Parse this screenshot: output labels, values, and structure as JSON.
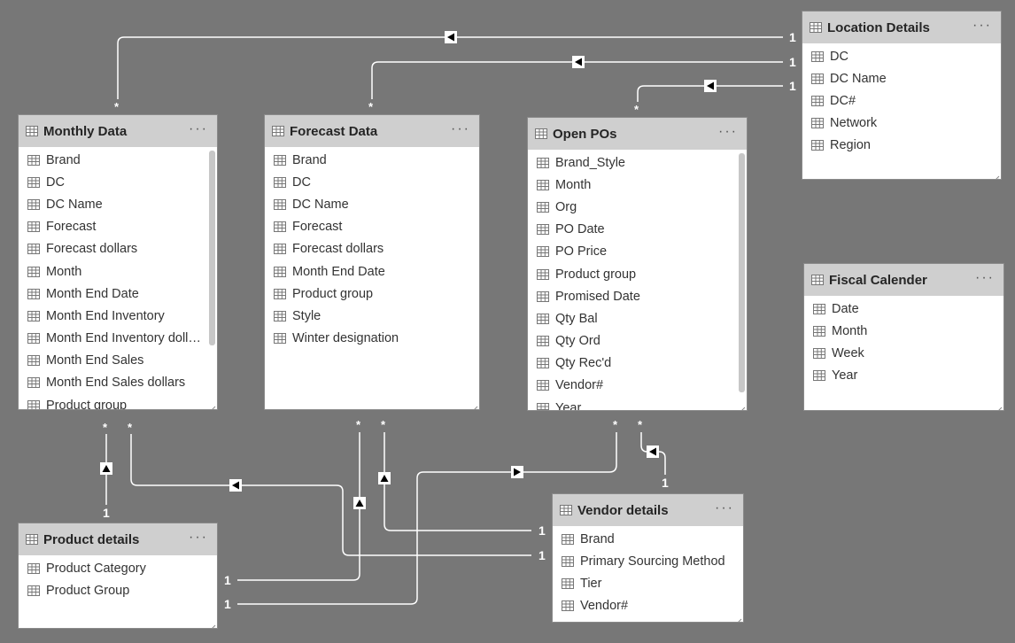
{
  "tables": [
    {
      "id": "monthly",
      "title": "Monthly Data",
      "fields": [
        "Brand",
        "DC",
        "DC Name",
        "Forecast",
        "Forecast dollars",
        "Month",
        "Month End Date",
        "Month End Inventory",
        "Month End Inventory doll…",
        "Month End Sales",
        "Month End Sales dollars",
        "Product group"
      ],
      "scrollbar": true
    },
    {
      "id": "forecast",
      "title": "Forecast Data",
      "fields": [
        "Brand",
        "DC",
        "DC Name",
        "Forecast",
        "Forecast dollars",
        "Month End Date",
        "Product group",
        "Style",
        "Winter designation"
      ],
      "scrollbar": false
    },
    {
      "id": "openpos",
      "title": "Open POs",
      "fields": [
        "Brand_Style",
        "Month",
        "Org",
        "PO Date",
        "PO Price",
        "Product group",
        "Promised Date",
        "Qty Bal",
        "Qty Ord",
        "Qty Rec'd",
        "Vendor#",
        "Year"
      ],
      "scrollbar": true
    },
    {
      "id": "location",
      "title": "Location Details",
      "fields": [
        "DC",
        "DC Name",
        "DC#",
        "Network",
        "Region"
      ],
      "scrollbar": false
    },
    {
      "id": "fiscal",
      "title": "Fiscal Calender",
      "fields": [
        "Date",
        "Month",
        "Week",
        "Year"
      ],
      "scrollbar": false
    },
    {
      "id": "product",
      "title": "Product details",
      "fields": [
        "Product Category",
        "Product Group"
      ],
      "scrollbar": false
    },
    {
      "id": "vendor",
      "title": "Vendor details",
      "fields": [
        "Brand",
        "Primary Sourcing Method",
        "Tier",
        "Vendor#"
      ],
      "scrollbar": false
    }
  ],
  "relationships": [
    {
      "from": "location",
      "to": "monthly",
      "one": "1",
      "many": "*"
    },
    {
      "from": "location",
      "to": "forecast",
      "one": "1",
      "many": "*"
    },
    {
      "from": "location",
      "to": "openpos",
      "one": "1",
      "many": "*"
    },
    {
      "from": "product",
      "to": "monthly",
      "one": "1",
      "many": "*"
    },
    {
      "from": "vendor",
      "to": "monthly",
      "one": "1",
      "many": "*"
    },
    {
      "from": "product",
      "to": "forecast",
      "one": "1",
      "many": "*"
    },
    {
      "from": "vendor",
      "to": "forecast",
      "one": "1",
      "many": "*"
    },
    {
      "from": "product",
      "to": "openpos",
      "one": "1",
      "many": "*"
    },
    {
      "from": "vendor",
      "to": "openpos",
      "one": "1",
      "many": "*"
    }
  ],
  "colors": {
    "canvas": "#777777",
    "header": "#cfcfcf",
    "line": "#ffffff"
  },
  "more_glyph": "···"
}
